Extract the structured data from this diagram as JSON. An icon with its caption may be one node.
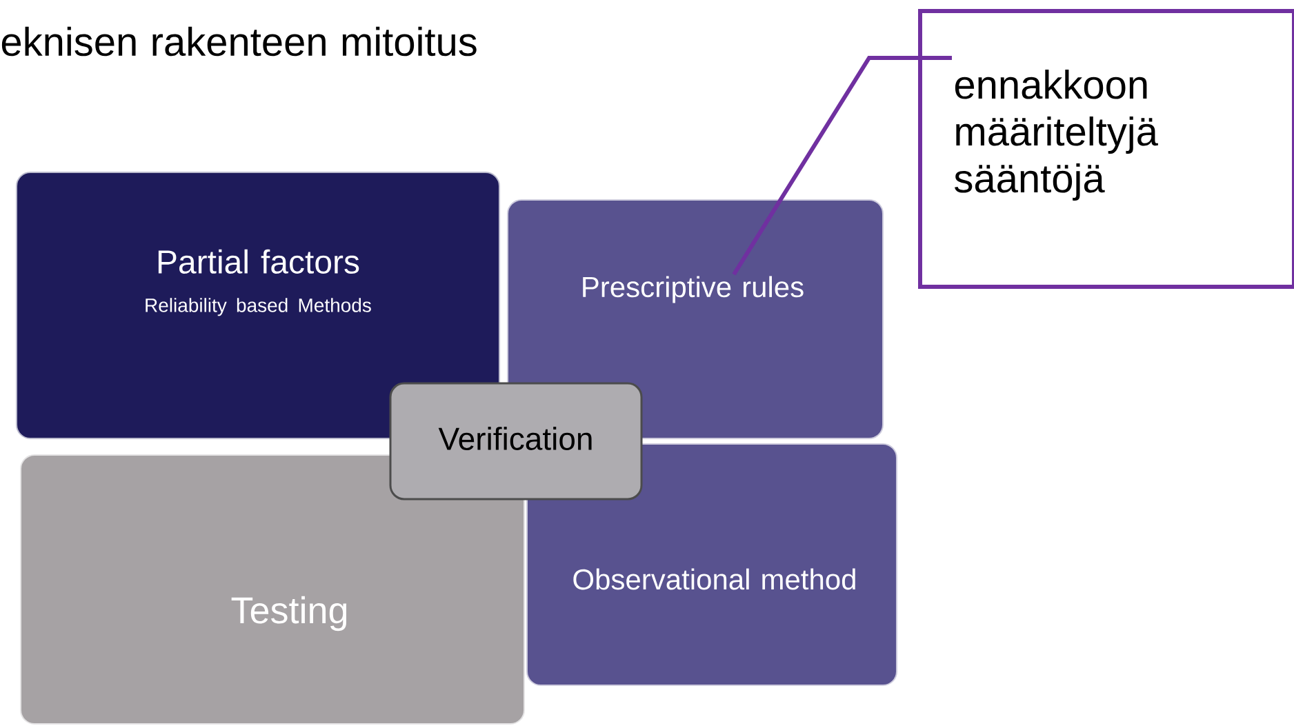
{
  "diagram": {
    "title": "eknisen rakenteen mitoitus",
    "nodes": [
      {
        "text": [
          "Partial factors",
          "Reliability based Methods"
        ]
      },
      {
        "text": [
          "Prescriptive rules"
        ]
      },
      {
        "text": [
          "Verification"
        ]
      },
      {
        "text": [
          "Testing"
        ]
      },
      {
        "text": [
          "Observational method"
        ]
      },
      {
        "text": [
          "ennakkoon määriteltyjä sääntöjä"
        ]
      }
    ],
    "edges": [
      {
        "from": 5,
        "to": 1,
        "arrow": "none",
        "color": "#7030a0"
      }
    ]
  }
}
